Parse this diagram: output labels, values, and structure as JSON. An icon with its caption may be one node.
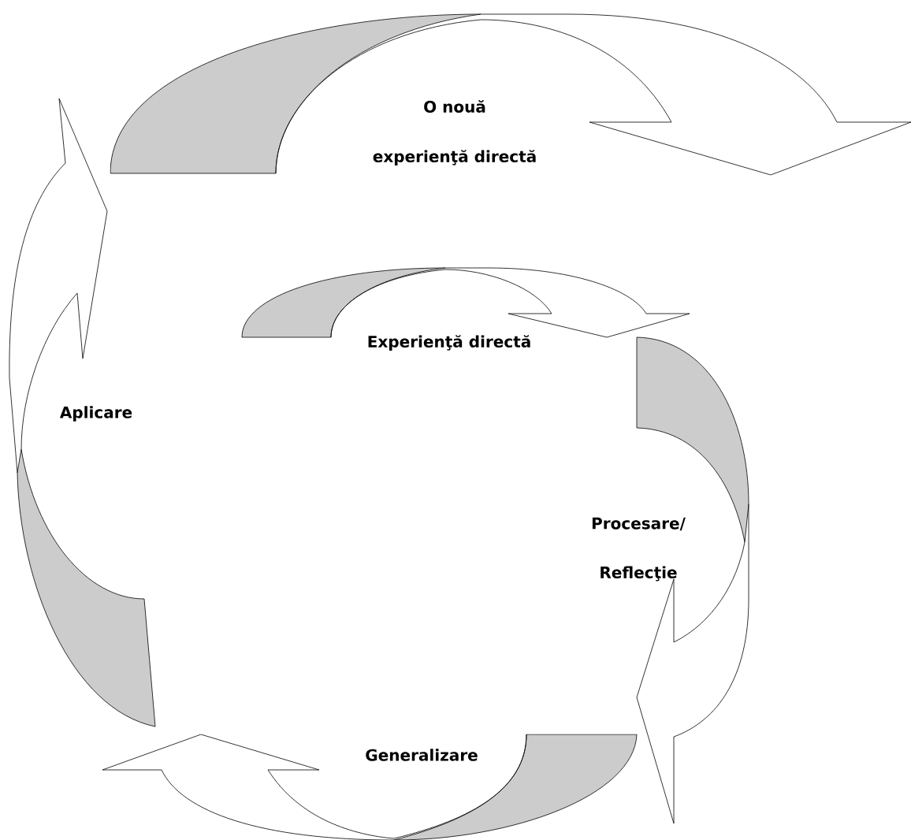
{
  "diagram": {
    "labels": [
      "O nouă",
      "experienţă directă",
      "Experienţă directă",
      "Aplicare",
      "Procesare/",
      "Reflecţie",
      "Generalizare"
    ]
  }
}
